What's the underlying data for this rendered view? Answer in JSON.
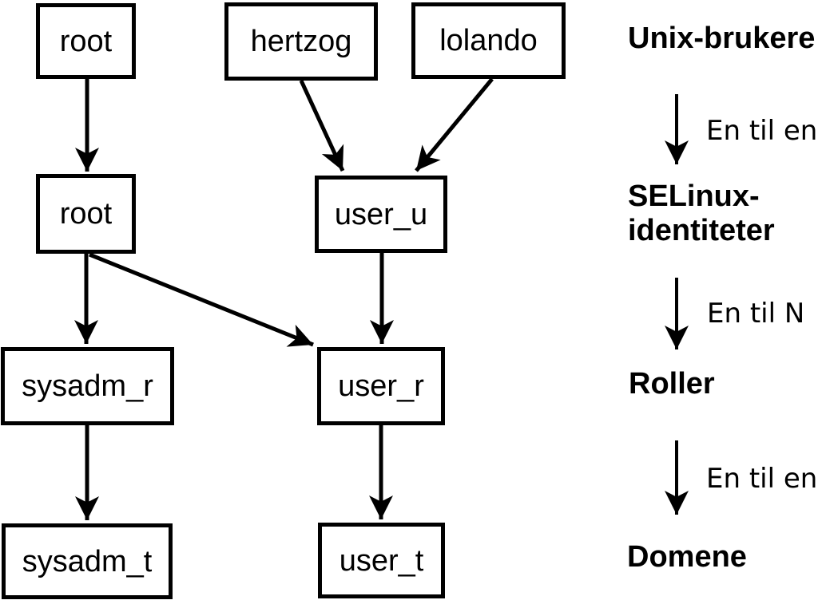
{
  "diagram": {
    "nodes": {
      "root_unix": "root",
      "hertzog": "hertzog",
      "lolando": "lolando",
      "root_selinux": "root",
      "user_u": "user_u",
      "sysadm_r": "sysadm_r",
      "user_r": "user_r",
      "sysadm_t": "sysadm_t",
      "user_t": "user_t"
    },
    "edges": [
      {
        "from": "root_unix",
        "to": "root_selinux"
      },
      {
        "from": "hertzog",
        "to": "user_u"
      },
      {
        "from": "lolando",
        "to": "user_u"
      },
      {
        "from": "root_selinux",
        "to": "sysadm_r"
      },
      {
        "from": "root_selinux",
        "to": "user_r"
      },
      {
        "from": "user_u",
        "to": "user_r"
      },
      {
        "from": "sysadm_r",
        "to": "sysadm_t"
      },
      {
        "from": "user_r",
        "to": "user_t"
      }
    ]
  },
  "legend": {
    "unix_users": "Unix-brukere",
    "relation_1": "En til en",
    "selinux_identities_line1": "SELinux-",
    "selinux_identities_line2": "identiteter",
    "relation_2": "En til N",
    "roles": "Roller",
    "relation_3": "En til en",
    "domains": "Domene"
  },
  "colors": {
    "ink": "#000000",
    "background": "#ffffff"
  }
}
